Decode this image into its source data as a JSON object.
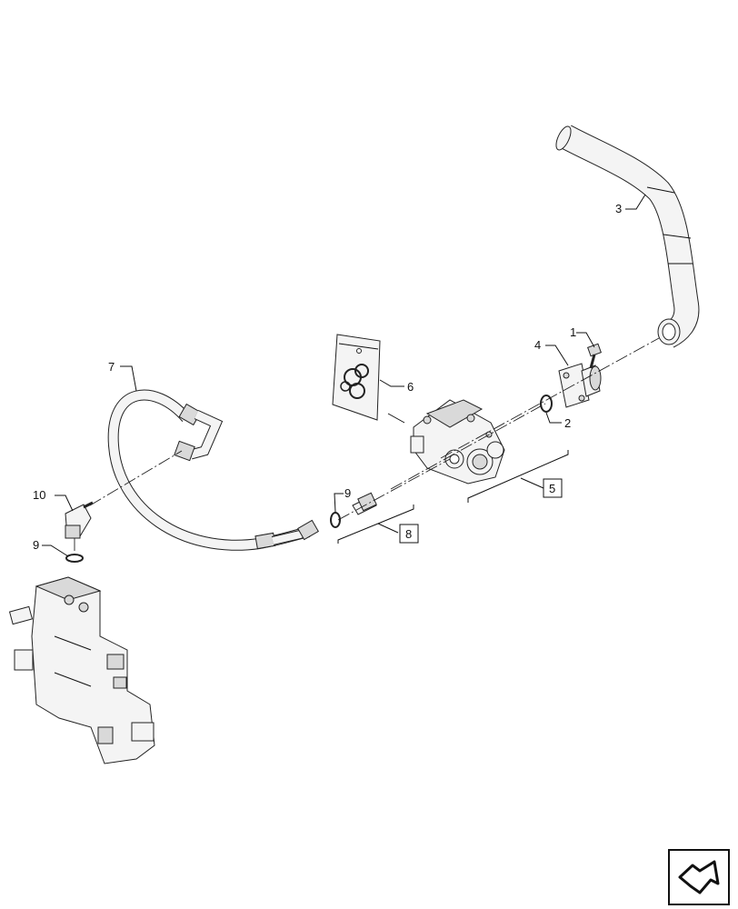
{
  "callouts": {
    "c1": "1",
    "c2": "2",
    "c3": "3",
    "c4": "4",
    "c5": "5",
    "c6": "6",
    "c7": "7",
    "c8": "8",
    "c9a": "9",
    "c9b": "9",
    "c10": "10"
  },
  "icons": {
    "corner": "view-direction-arrow-icon"
  }
}
